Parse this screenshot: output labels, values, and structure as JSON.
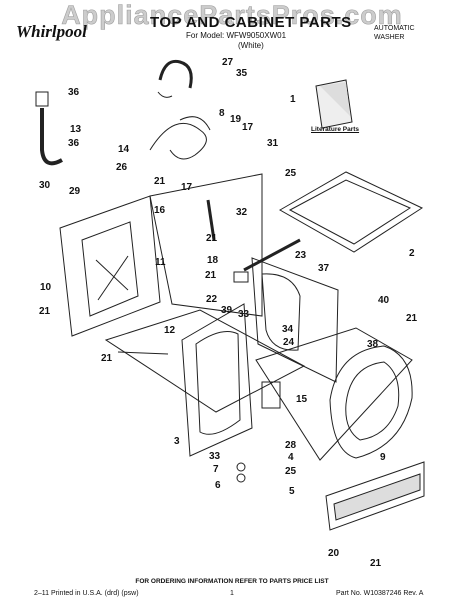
{
  "header": {
    "watermark": "AppliancePartsPros.com",
    "brand": "Whirlpool",
    "title": "TOP AND CABINET PARTS",
    "model_line": "For Model: WFW9050XW01",
    "color_line": "(White)",
    "product_type_1": "AUTOMATIC",
    "product_type_2": "WASHER"
  },
  "literature_label": "Literature Parts",
  "order_line": "FOR ORDERING INFORMATION REFER TO PARTS PRICE LIST",
  "footer": {
    "left": "2–11 Printed in U.S.A. (drd) (psw)",
    "center": "1",
    "right": "Part No. W10387246 Rev. A"
  },
  "callouts": [
    {
      "id": "c27",
      "text": "27"
    },
    {
      "id": "c35",
      "text": "35"
    },
    {
      "id": "c36a",
      "text": "36"
    },
    {
      "id": "c1",
      "text": "1"
    },
    {
      "id": "c13",
      "text": "13"
    },
    {
      "id": "c36b",
      "text": "36"
    },
    {
      "id": "c8",
      "text": "8"
    },
    {
      "id": "c19",
      "text": "19"
    },
    {
      "id": "c17a",
      "text": "17"
    },
    {
      "id": "c14",
      "text": "14"
    },
    {
      "id": "c31",
      "text": "31"
    },
    {
      "id": "c26",
      "text": "26"
    },
    {
      "id": "c25a",
      "text": "25"
    },
    {
      "id": "c21a",
      "text": "21"
    },
    {
      "id": "c17b",
      "text": "17"
    },
    {
      "id": "c30",
      "text": "30"
    },
    {
      "id": "c29",
      "text": "29"
    },
    {
      "id": "c16",
      "text": "16"
    },
    {
      "id": "c32",
      "text": "32"
    },
    {
      "id": "c21b",
      "text": "21"
    },
    {
      "id": "c2",
      "text": "2"
    },
    {
      "id": "c18",
      "text": "18"
    },
    {
      "id": "c23",
      "text": "23"
    },
    {
      "id": "c11",
      "text": "11"
    },
    {
      "id": "c21c",
      "text": "21"
    },
    {
      "id": "c37",
      "text": "37"
    },
    {
      "id": "c10",
      "text": "10"
    },
    {
      "id": "c22",
      "text": "22"
    },
    {
      "id": "c40",
      "text": "40"
    },
    {
      "id": "c39",
      "text": "39"
    },
    {
      "id": "c33a",
      "text": "33"
    },
    {
      "id": "c21d",
      "text": "21"
    },
    {
      "id": "c21e",
      "text": "21"
    },
    {
      "id": "c34",
      "text": "34"
    },
    {
      "id": "c12",
      "text": "12"
    },
    {
      "id": "c24",
      "text": "24"
    },
    {
      "id": "c38",
      "text": "38"
    },
    {
      "id": "c21f",
      "text": "21"
    },
    {
      "id": "c15",
      "text": "15"
    },
    {
      "id": "c3",
      "text": "3"
    },
    {
      "id": "c28",
      "text": "28"
    },
    {
      "id": "c33b",
      "text": "33"
    },
    {
      "id": "c7",
      "text": "7"
    },
    {
      "id": "c4",
      "text": "4"
    },
    {
      "id": "c25b",
      "text": "25"
    },
    {
      "id": "c9",
      "text": "9"
    },
    {
      "id": "c6",
      "text": "6"
    },
    {
      "id": "c5",
      "text": "5"
    },
    {
      "id": "c20",
      "text": "20"
    },
    {
      "id": "c21g",
      "text": "21"
    }
  ]
}
